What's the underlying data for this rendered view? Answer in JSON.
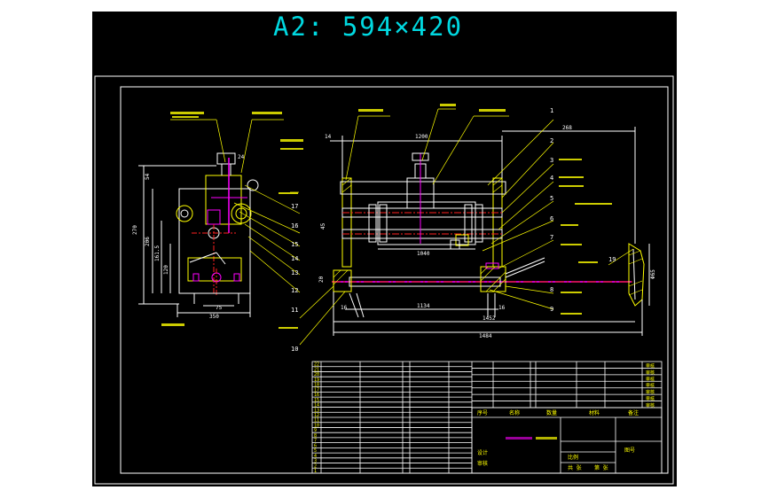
{
  "sheet": {
    "title": "A2: 594×420"
  },
  "colors": {
    "background": "#000000",
    "frame": "#ffffff",
    "title": "#00d8e0",
    "dimension": "#ffffff",
    "outline": "#ffffff",
    "part": "#ffff00",
    "shaft": "#ff00ff",
    "center": "#ff2020",
    "hatch": "#ffff00",
    "leader": "#ffff00",
    "table_line": "#ffffff",
    "table_text": "#ffff00"
  },
  "dimensions": {
    "top_overall": "1200",
    "top_right": "268",
    "top_left_small": "14",
    "mid": "1040",
    "bottom_a": "1134",
    "bottom_b": "1452",
    "bottom_c": "1484",
    "side_height": "270",
    "side_a": "206",
    "side_b": "161.5",
    "side_c": "120",
    "side_d": "54",
    "side_e": "350",
    "side_f": "75",
    "side_g": "24",
    "left_16": "16",
    "right_16": "16",
    "right_d": "Φ65",
    "left_20": "20",
    "d45": "45"
  },
  "balloons": [
    "1",
    "2",
    "3",
    "4",
    "5",
    "6",
    "7",
    "8",
    "9",
    "10",
    "11",
    "12",
    "13",
    "14",
    "15",
    "16",
    "17",
    "19"
  ],
  "title_block": {
    "row_numbers": [
      "22",
      "21",
      "20",
      "19",
      "18",
      "17",
      "16",
      "15",
      "14",
      "13",
      "12",
      "11",
      "10",
      "9",
      "8",
      "7",
      "6",
      "5",
      "4",
      "3",
      "2",
      "1"
    ],
    "right_cells": [
      "审核",
      "审核",
      "审核",
      "审核",
      "审核",
      "审核",
      "审核"
    ],
    "labels": [
      "序号",
      "名称",
      "数量",
      "材料",
      "备注",
      "比例",
      "图号",
      "设计",
      "审核",
      "共 张",
      "第 张"
    ]
  }
}
